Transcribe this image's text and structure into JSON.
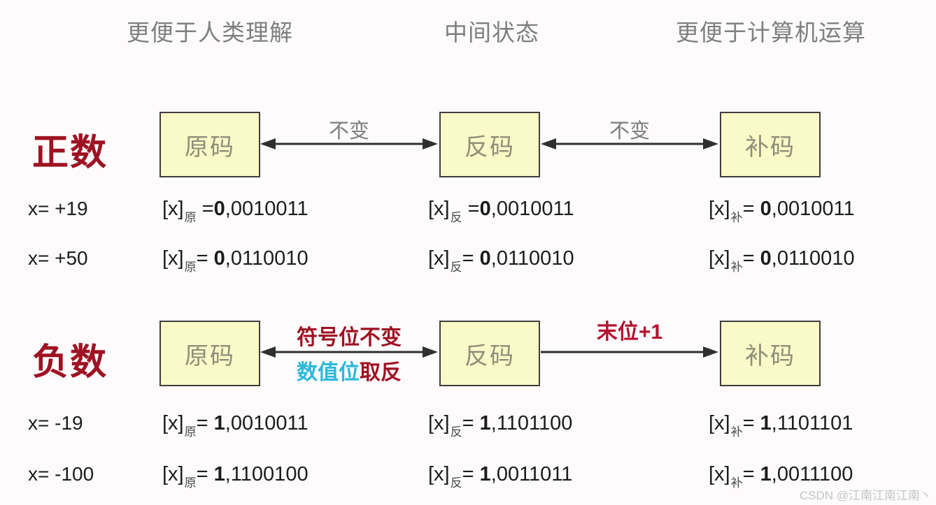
{
  "colors": {
    "dark_red": "#9e1222",
    "bright_red": "#b51230",
    "cyan": "#2bb8dc",
    "box_fill": "#fafac8",
    "box_border": "#3f3f3f",
    "box_text": "#8e8e7a",
    "header_gray": "#7f7f7f",
    "equation_text": "#1c1c1c",
    "watermark_gray": "#c4c4c4"
  },
  "headers": [
    {
      "label": "更便于人类理解"
    },
    {
      "label": "中间状态"
    },
    {
      "label": "更便于计算机运算"
    }
  ],
  "positive": {
    "row_label": "正数",
    "boxes": [
      {
        "label": "原码"
      },
      {
        "label": "反码"
      },
      {
        "label": "补码"
      }
    ],
    "arrow1_label": "不变",
    "arrow2_label": "不变"
  },
  "negative": {
    "row_label": "负数",
    "boxes": [
      {
        "label": "原码"
      },
      {
        "label": "反码"
      },
      {
        "label": "补码"
      }
    ],
    "arrow1_top_label": "符号位不变",
    "arrow1_bottom_cyan": "数值位",
    "arrow1_bottom_red": "取反",
    "arrow2_label": "末位+1"
  },
  "equations": [
    {
      "x_label": "x= +19",
      "cells": [
        {
          "bracket": "[x]",
          "sub": "原",
          "eq": " =",
          "sign": "0",
          "rest": ",0010011"
        },
        {
          "bracket": "[x]",
          "sub": "反",
          "eq": " =",
          "sign": "0",
          "rest": ",0010011"
        },
        {
          "bracket": "[x]",
          "sub": "补",
          "eq": "= ",
          "sign": "0",
          "rest": ",0010011"
        }
      ]
    },
    {
      "x_label": "x= +50",
      "cells": [
        {
          "bracket": "[x]",
          "sub": "原",
          "eq": "= ",
          "sign": "0",
          "rest": ",0110010"
        },
        {
          "bracket": "[x]",
          "sub": "反",
          "eq": "= ",
          "sign": "0",
          "rest": ",0110010"
        },
        {
          "bracket": "[x]",
          "sub": "补",
          "eq": "= ",
          "sign": "0",
          "rest": ",0110010"
        }
      ]
    },
    {
      "x_label": "x= -19",
      "cells": [
        {
          "bracket": "[x]",
          "sub": "原",
          "eq": "= ",
          "sign": "1",
          "rest": ",0010011"
        },
        {
          "bracket": "[x]",
          "sub": "反",
          "eq": "= ",
          "sign": "1",
          "rest": ",1101100"
        },
        {
          "bracket": "[x]",
          "sub": "补",
          "eq": "= ",
          "sign": "1",
          "rest": ",1101101"
        }
      ]
    },
    {
      "x_label": "x= -100",
      "cells": [
        {
          "bracket": "[x]",
          "sub": "原",
          "eq": "= ",
          "sign": "1",
          "rest": ",1100100"
        },
        {
          "bracket": "[x]",
          "sub": "反",
          "eq": "= ",
          "sign": "1",
          "rest": ",0011011"
        },
        {
          "bracket": "[x]",
          "sub": "补",
          "eq": "= ",
          "sign": "1",
          "rest": ",0011100"
        }
      ]
    }
  ],
  "watermark": "CSDN @江南江南江南丶"
}
